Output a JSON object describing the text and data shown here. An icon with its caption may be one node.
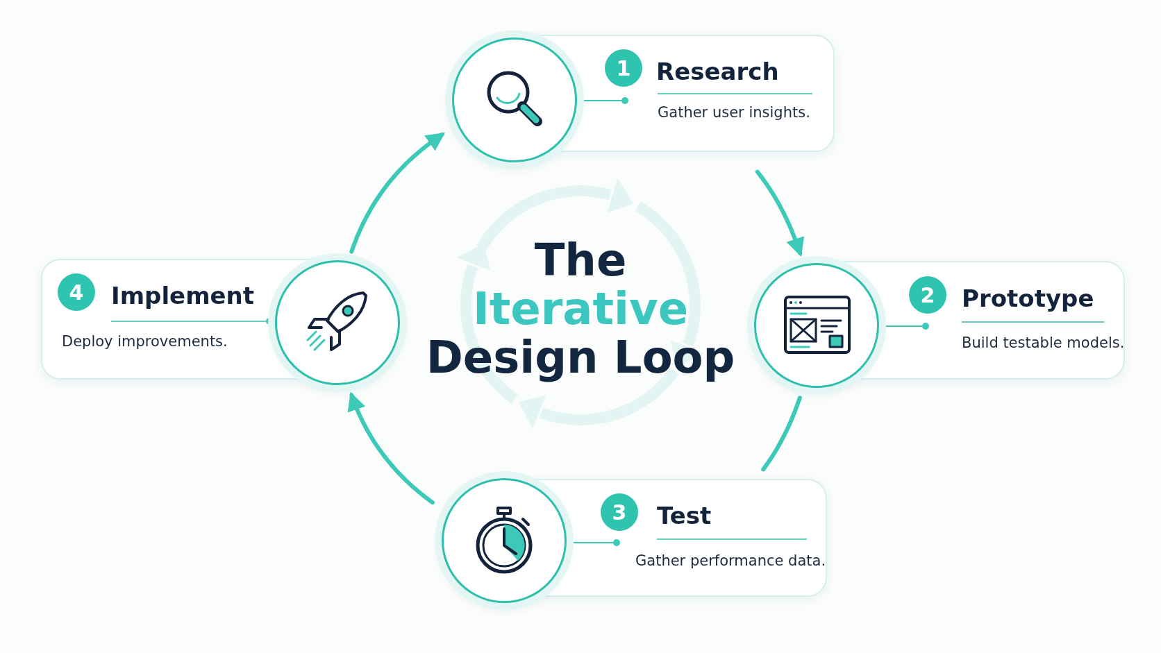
{
  "diagram": {
    "title": "The Iterative Design Loop",
    "nodes": [
      {
        "text": [
          "1",
          "Research",
          "Gather user insights."
        ]
      },
      {
        "text": [
          "2",
          "Prototype",
          "Build testable models."
        ]
      },
      {
        "text": [
          "3",
          "Test",
          "Gather performance data."
        ]
      },
      {
        "text": [
          "4",
          "Implement",
          "Deploy improvements."
        ]
      }
    ],
    "edges": [
      {
        "from": 0,
        "to": 1,
        "arrow": "to"
      },
      {
        "from": 1,
        "to": 2,
        "arrow": "none"
      },
      {
        "from": 2,
        "to": 3,
        "arrow": "to"
      },
      {
        "from": 3,
        "to": 0,
        "arrow": "to"
      }
    ]
  }
}
